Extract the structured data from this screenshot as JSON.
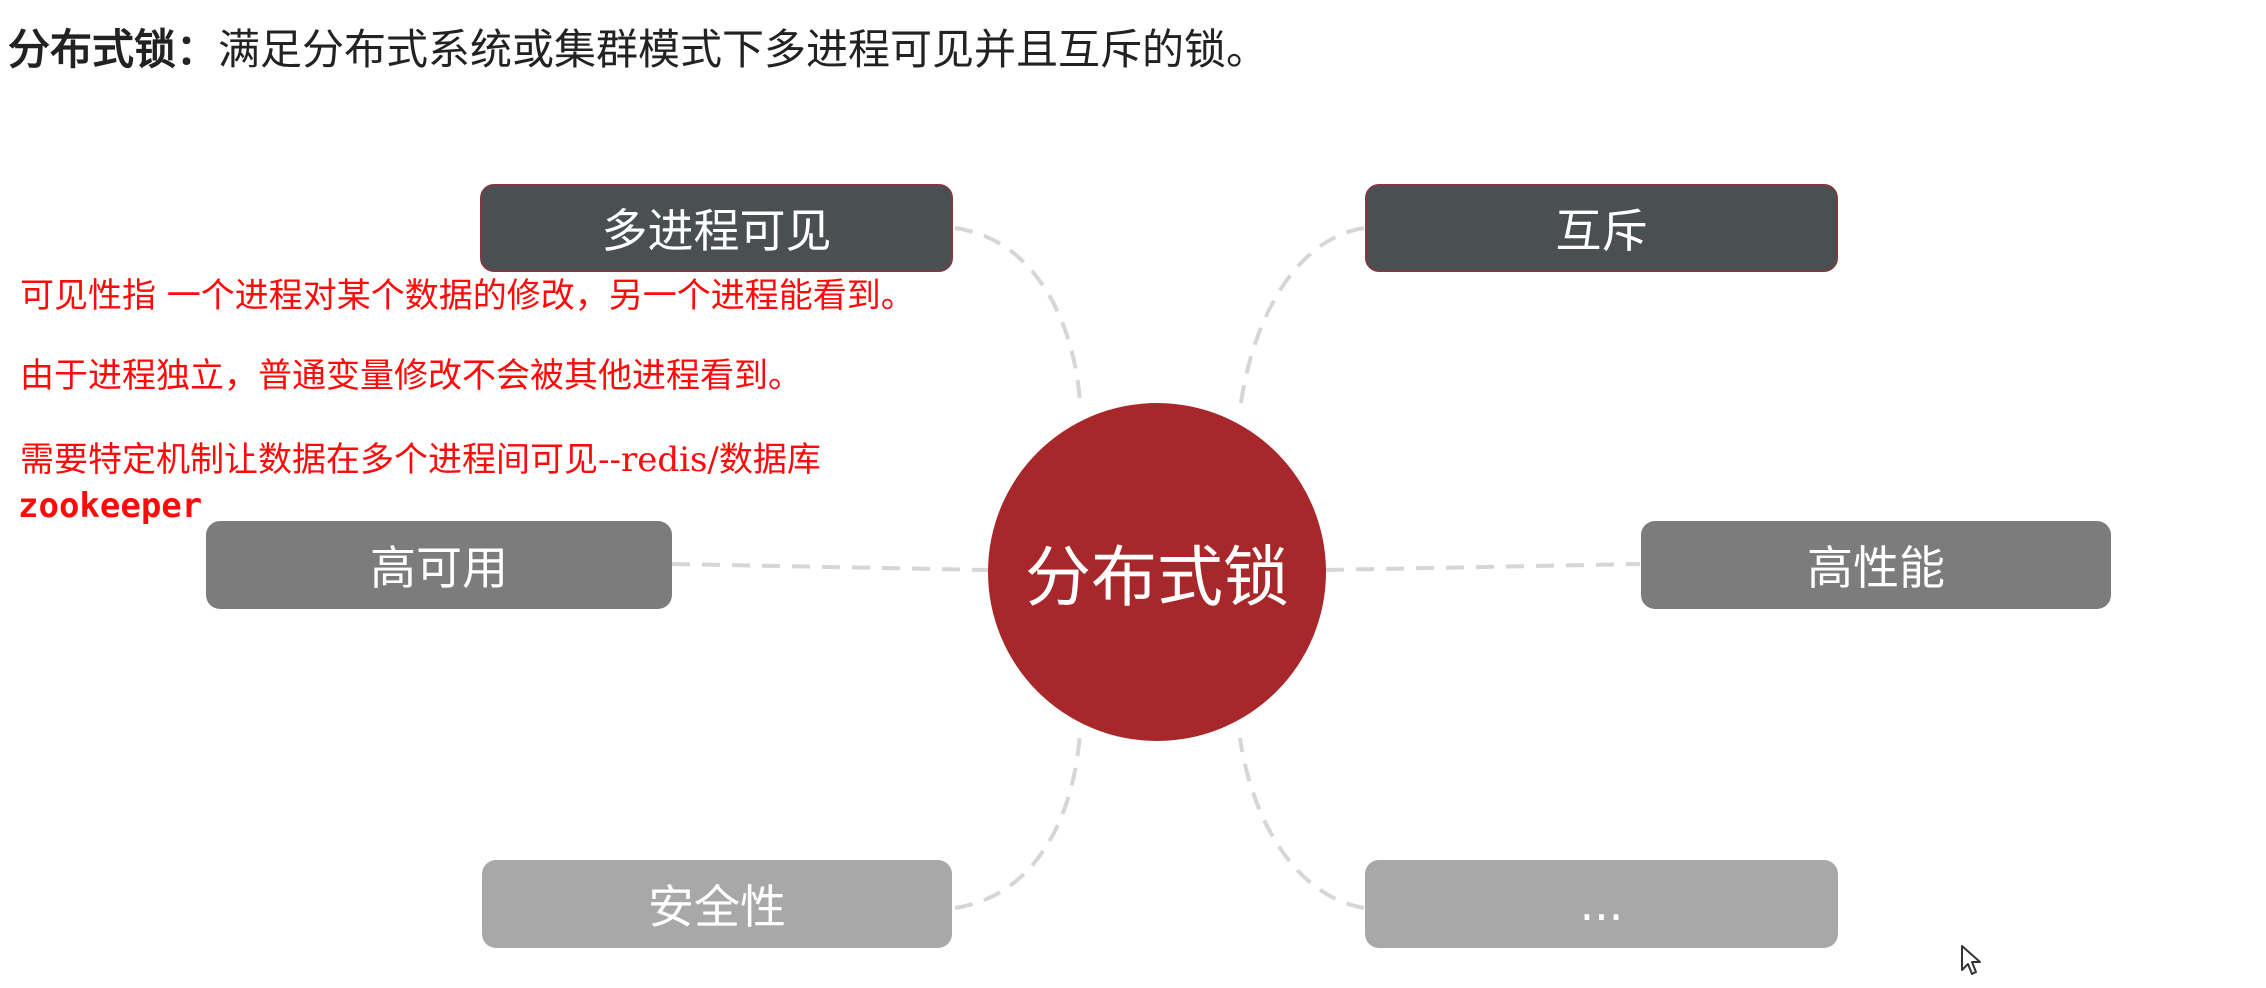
{
  "heading": {
    "term": "分布式锁：",
    "definition": "满足分布式系统或集群模式下多进程可见并且互斥的锁。"
  },
  "diagram": {
    "center": "分布式锁",
    "nodes": {
      "visible": "多进程可见",
      "mutex": "互斥",
      "available": "高可用",
      "performance": "高性能",
      "security": "安全性",
      "more": "..."
    },
    "colors": {
      "center": "#a8272a",
      "node_dark": "#4a4f51",
      "node_mid": "#7c7c7c",
      "node_light": "#a8a8a8",
      "connector": "#d6d6d6"
    }
  },
  "annotations": {
    "line1": "可见性指 一个进程对某个数据的修改，另一个进程能看到。",
    "line2": "由于进程独立，普通变量修改不会被其他进程看到。",
    "line3": "需要特定机制让数据在多个进程间可见--redis/数据库",
    "line4": "zookeeper",
    "color": "#ff0a0a"
  }
}
